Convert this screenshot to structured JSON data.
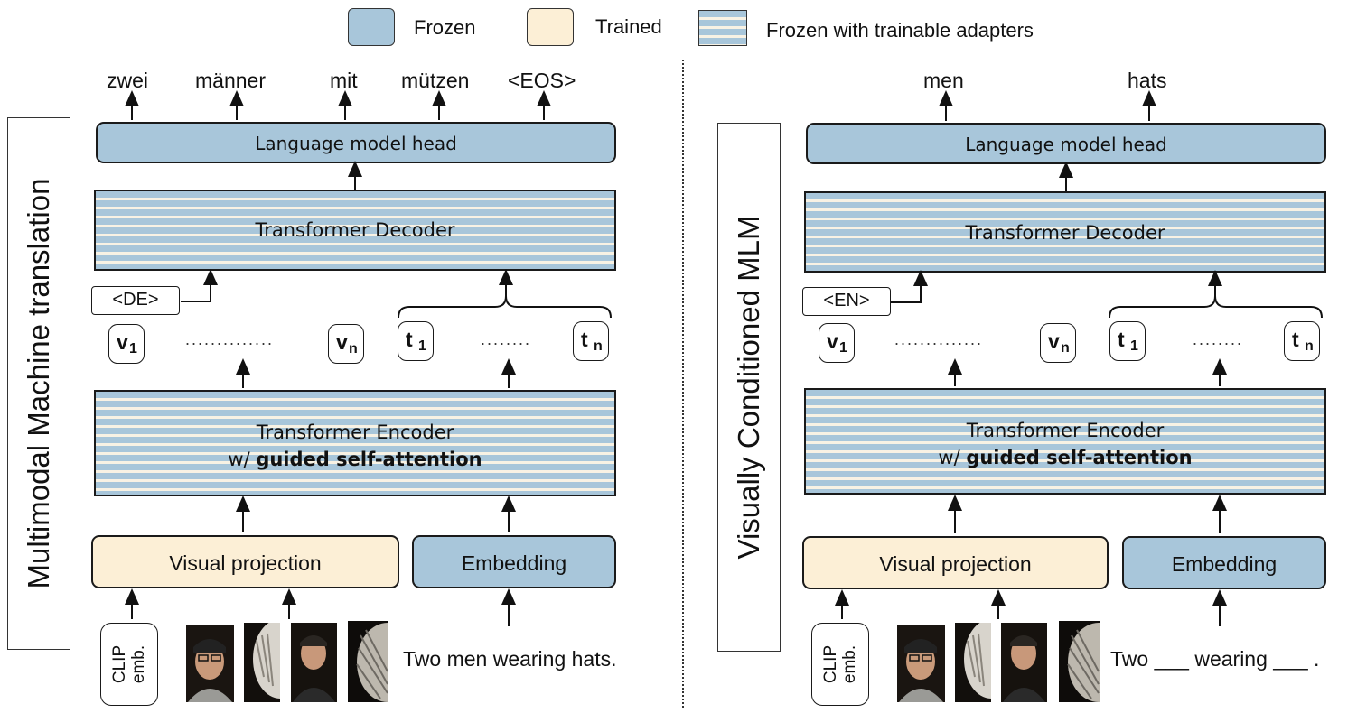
{
  "legend": {
    "frozen": "Frozen",
    "trained": "Trained",
    "adapters": "Frozen with trainable adapters",
    "colors": {
      "frozen": "#a8c6da",
      "trained": "#fcefd6",
      "stripe_light": "#f8f2e4"
    }
  },
  "left": {
    "side_title": "Multimodal Machine translation",
    "outputs": [
      "zwei",
      "männer",
      "mit",
      "mützen",
      "<EOS>"
    ],
    "lm_head": "Language model head",
    "decoder": "Transformer Decoder",
    "lang_tag": "<DE>",
    "tokens": {
      "v1": "v",
      "v1_sub": "1",
      "vn": "v",
      "vn_sub": "n",
      "t1": "t",
      "t1_sub": "1",
      "tn": "t",
      "tn_sub": "n"
    },
    "encoder": "Transformer Encoder",
    "encoder_prefix": "w/ ",
    "encoder_bold": "guided self-attention",
    "visual_projection": "Visual projection",
    "embedding": "Embedding",
    "clip": "CLIP emb.",
    "input_text": "Two men wearing hats."
  },
  "right": {
    "side_title": "Visually Conditioned MLM",
    "outputs": [
      "men",
      "hats"
    ],
    "lm_head": "Language model head",
    "decoder": "Transformer Decoder",
    "lang_tag": "<EN>",
    "tokens": {
      "v1": "v",
      "v1_sub": "1",
      "vn": "v",
      "vn_sub": "n",
      "t1": "t",
      "t1_sub": "1",
      "tn": "t",
      "tn_sub": "n"
    },
    "encoder": "Transformer Encoder",
    "encoder_prefix": "w/ ",
    "encoder_bold": "guided self-attention",
    "visual_projection": "Visual projection",
    "embedding": "Embedding",
    "clip": "CLIP emb.",
    "input_text": "Two ___ wearing ___ ."
  }
}
